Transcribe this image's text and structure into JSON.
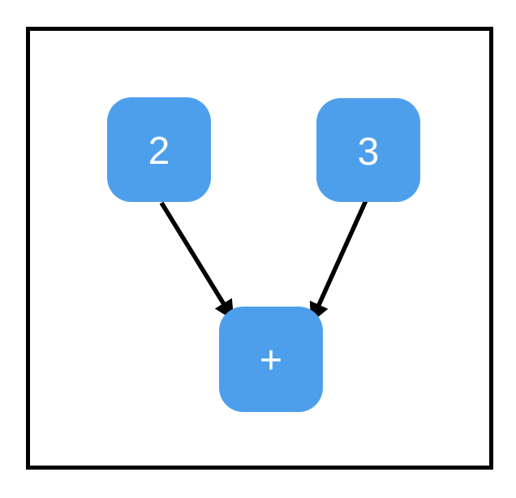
{
  "diagram": {
    "title": "addition-computation-graph",
    "background_color": "#ffffff",
    "frame_color": "#000000",
    "node_fill_color": "#4D9FEC",
    "node_text_color": "#ffffff",
    "edge_color": "#000000",
    "nodes": [
      {
        "id": "input-2",
        "label": "2"
      },
      {
        "id": "input-3",
        "label": "3"
      },
      {
        "id": "op-plus",
        "label": "+"
      }
    ],
    "edges": [
      {
        "from": "input-2",
        "to": "op-plus"
      },
      {
        "from": "input-3",
        "to": "op-plus"
      }
    ]
  }
}
